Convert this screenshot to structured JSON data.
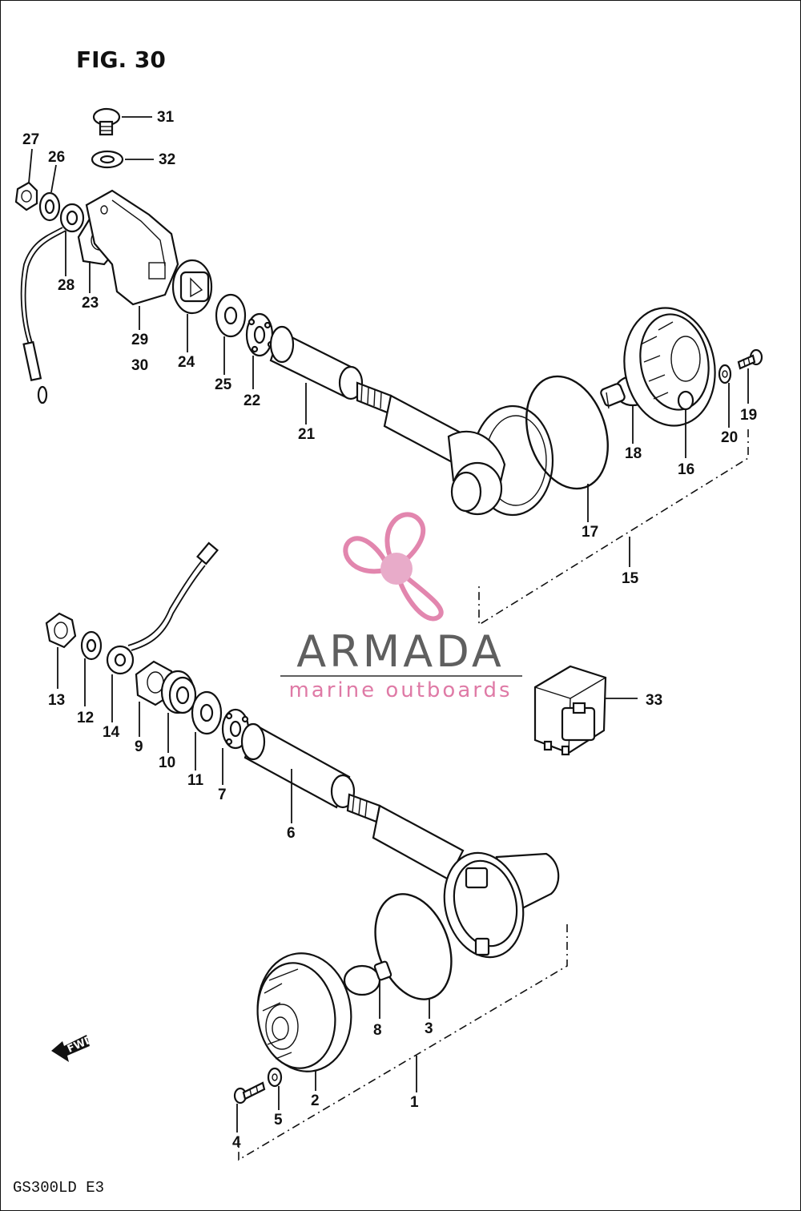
{
  "figure": {
    "title": "FIG. 30",
    "model_code": "GS300LD  E3",
    "fwd_label": "FWD"
  },
  "watermark": {
    "brand": "ARMADA",
    "tagline": "marine outboards",
    "colors": {
      "brand_gray": "#5f5f5f",
      "accent_pink": "#df7aa6"
    }
  },
  "callouts": {
    "p1": "1",
    "p2": "2",
    "p3": "3",
    "p4": "4",
    "p5": "5",
    "p6": "6",
    "p7": "7",
    "p8": "8",
    "p9": "9",
    "p10": "10",
    "p11": "11",
    "p12": "12",
    "p13": "13",
    "p14": "14",
    "p15": "15",
    "p16": "16",
    "p17": "17",
    "p18": "18",
    "p19": "19",
    "p20": "20",
    "p21": "21",
    "p22": "22",
    "p23": "23",
    "p24": "24",
    "p25": "25",
    "p26": "26",
    "p27": "27",
    "p28": "28",
    "p29": "29",
    "p30": "30",
    "p31": "31",
    "p32": "32",
    "p33": "33"
  }
}
